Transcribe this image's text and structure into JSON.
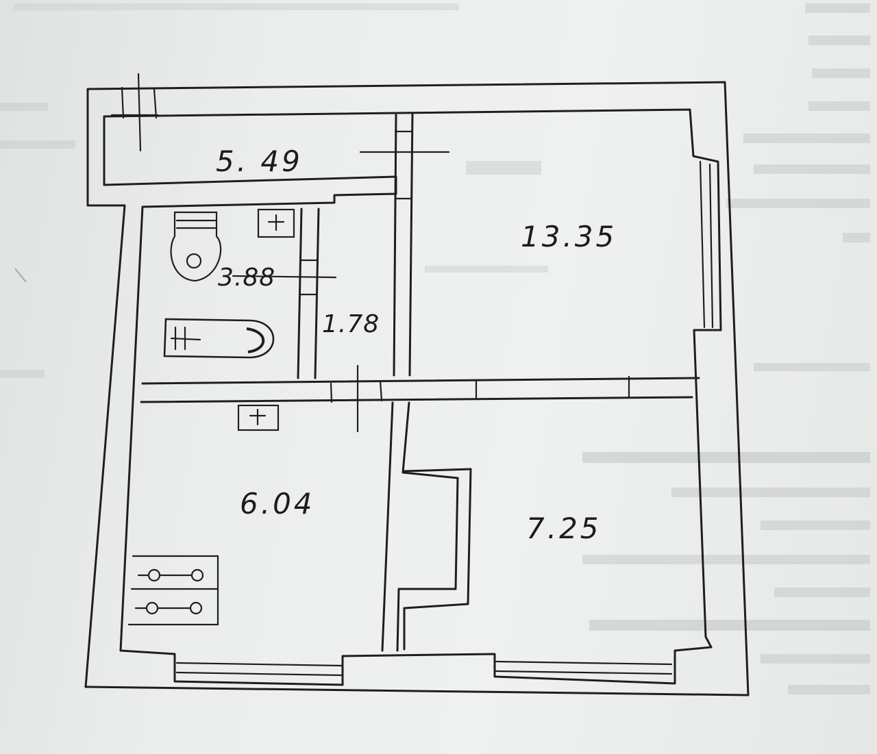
{
  "floor_plan": {
    "rooms": [
      {
        "id": "balcony",
        "area": "5. 49"
      },
      {
        "id": "bathroom",
        "area": "3.88"
      },
      {
        "id": "hallway",
        "area": "1.78"
      },
      {
        "id": "living-room",
        "area": "13.35"
      },
      {
        "id": "kitchen",
        "area": "6.04"
      },
      {
        "id": "bedroom",
        "area": "7.25"
      }
    ]
  }
}
